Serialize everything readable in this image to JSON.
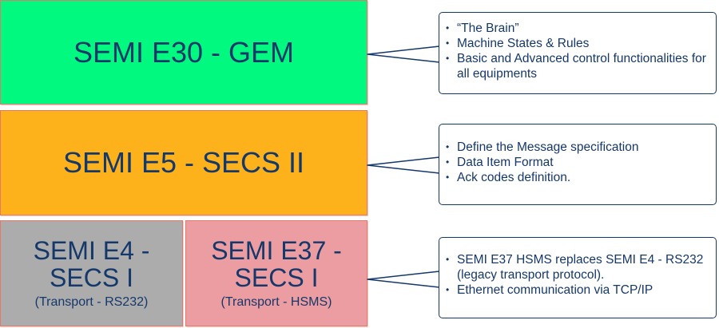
{
  "layers": [
    {
      "id": "gem",
      "title": "SEMI E30 - GEM",
      "color": "#00f97e",
      "callout": {
        "bullets": [
          "“The Brain”",
          "Machine States & Rules",
          "Basic and Advanced control functionalities for all equipments"
        ]
      }
    },
    {
      "id": "secs2",
      "title": "SEMI E5 - SECS II",
      "color": "#fdb21b",
      "callout": {
        "bullets": [
          "Define the Message specification",
          "Data Item Format",
          "Ack codes definition."
        ]
      }
    },
    {
      "id": "transport",
      "callout": {
        "bullets": [
          "SEMI E37 HSMS replaces SEMI E4 - RS232 (legacy transport protocol).",
          "Ethernet communication via TCP/IP"
        ]
      },
      "blocks": [
        {
          "id": "secs1",
          "title_line1": "SEMI E4 -",
          "title_line2": "SECS I",
          "subtitle": "(Transport - RS232)",
          "color": "#acacac"
        },
        {
          "id": "hsms",
          "title_line1": "SEMI E37 -",
          "title_line2": "SECS I",
          "subtitle": "(Transport - HSMS)",
          "color": "#eb9da1"
        }
      ]
    }
  ],
  "colors": {
    "text": "#15386b",
    "border": "#e07a6a",
    "callout_border": "#15386b"
  }
}
